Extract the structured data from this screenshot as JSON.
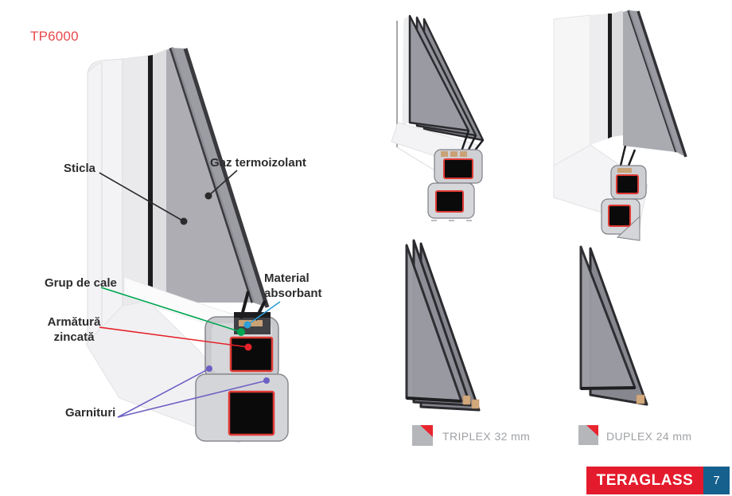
{
  "header": {
    "model_code": "TP6000"
  },
  "main_diagram": {
    "labels": {
      "sticla": "Sticla",
      "gaz": "Gaz termoizolant",
      "grup": "Grup de cale",
      "material": "Material absorbant",
      "armatura": "Armătură zincată",
      "garnituri": "Garnituri"
    }
  },
  "gallery": {
    "captions": [
      {
        "label": "TRIPLEX 32 mm"
      },
      {
        "label": "DUPLEX 24 mm"
      }
    ]
  },
  "footer": {
    "brand": "TERAGLASS",
    "page_number": "7"
  },
  "colors": {
    "model_code_red": "#e8484c",
    "brand_red": "#e41b2c",
    "page_number_blue": "#16608e",
    "caption_gray": "#9fa1a4",
    "label_dark": "#2d2d2f",
    "callout_black": "#2b2b2d",
    "callout_green": "#00a651",
    "callout_blue": "#2e9fd8",
    "callout_red": "#e62129",
    "callout_purple": "#6c60c4",
    "chamber_outline_red": "#e03a34",
    "absorbant_tan": "#c9a276",
    "glass_gray": "#9a9ba2"
  }
}
